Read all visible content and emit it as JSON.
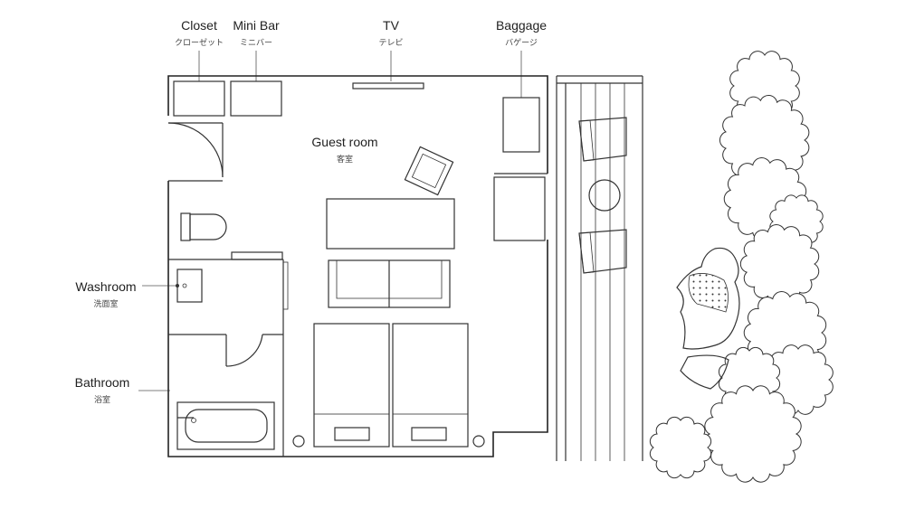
{
  "labels": {
    "closet": {
      "en": "Closet",
      "jp": "クローゼット"
    },
    "minibar": {
      "en": "Mini Bar",
      "jp": "ミニバー"
    },
    "tv": {
      "en": "TV",
      "jp": "テレビ"
    },
    "baggage": {
      "en": "Baggage",
      "jp": "バゲージ"
    },
    "guestroom": {
      "en": "Guest room",
      "jp": "客室"
    },
    "washroom": {
      "en": "Washroom",
      "jp": "洗面室"
    },
    "bathroom": {
      "en": "Bathroom",
      "jp": "浴室"
    }
  },
  "colors": {
    "line": "#333333",
    "background": "#ffffff"
  }
}
